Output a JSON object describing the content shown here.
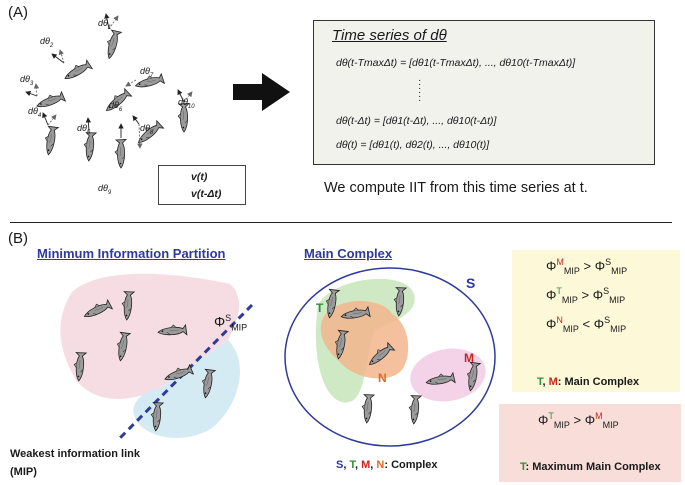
{
  "panel_a": {
    "label": "(A)",
    "fish_angle_labels": [
      {
        "id": "dθ1",
        "name": "dθ",
        "sub": "1"
      },
      {
        "id": "dθ2",
        "name": "dθ",
        "sub": "2"
      },
      {
        "id": "dθ3",
        "name": "dθ",
        "sub": "3"
      },
      {
        "id": "dθ4",
        "name": "dθ",
        "sub": "4"
      },
      {
        "id": "dθ5",
        "name": "dθ",
        "sub": "5"
      },
      {
        "id": "dθ6",
        "name": "dθ",
        "sub": "6"
      },
      {
        "id": "dθ7",
        "name": "dθ",
        "sub": "7"
      },
      {
        "id": "dθ8",
        "name": "dθ",
        "sub": "8"
      },
      {
        "id": "dθ9",
        "name": "dθ",
        "sub": "9"
      },
      {
        "id": "dθ10",
        "name": "dθ",
        "sub": "10"
      }
    ],
    "legend": {
      "solid": "v(t)",
      "dotted": "v(t-Δt)"
    },
    "time_series_box": {
      "title": "Time series of dθ",
      "lines": [
        "dθ(t-TmaxΔt) = [dθ1(t-TmaxΔt), ..., dθ10(t-TmaxΔt)]",
        "dθ(t-Δt) = [dθ1(t-Δt), ..., dθ10(t-Δt)]",
        "dθ(t) = [dθ1(t), dθ2(t), ..., dθ10(t)]"
      ]
    },
    "caption": "We compute IIT from this time series at t."
  },
  "panel_b": {
    "label": "(B)",
    "mip": {
      "title": "Minimum Information Partition",
      "phi_label": "ΦSMIP",
      "phi_base": "Φ",
      "phi_sup": "S",
      "phi_sub": "MIP",
      "weak_link_line1": "Weakest information link",
      "weak_link_line2": "(MIP)"
    },
    "main_complex": {
      "title": "Main Complex",
      "set_labels": {
        "S": "S",
        "T": "T",
        "N": "N",
        "M": "M"
      },
      "caption_sep": ", ",
      "caption_suffix": ": Complex"
    },
    "inequalities": [
      {
        "lhs_sup": "M",
        "rhs_sup": "S",
        "op": ">"
      },
      {
        "lhs_sup": "T",
        "rhs_sup": "S",
        "op": ">"
      },
      {
        "lhs_sup": "N",
        "rhs_sup": "S",
        "op": "<"
      }
    ],
    "result_1": "T, M: Main Complex",
    "result_1_parts": {
      "a": "T",
      "sep": ", ",
      "b": "M",
      "rest": ": Main Complex"
    },
    "inequality_max": {
      "lhs_sup": "T",
      "rhs_sup": "M",
      "op": ">"
    },
    "result_2": "T: Maximum Main Complex",
    "result_2_parts": {
      "a": "T",
      "rest": ": Maximum Main Complex"
    },
    "phi_symbol": "Φ",
    "mip_sub": "MIP"
  },
  "colors": {
    "mip_pink": "#f6dde4",
    "mip_blue": "#d4ebf4",
    "title_blue": "#2d3b9a",
    "region_green": "#cfe9c5",
    "region_orange": "#f2b58c",
    "region_pink": "#f4d2e8",
    "box_yellow": "#fdf8d8",
    "box_pink": "#f8ddd8",
    "fish": "#9a9a9a"
  }
}
